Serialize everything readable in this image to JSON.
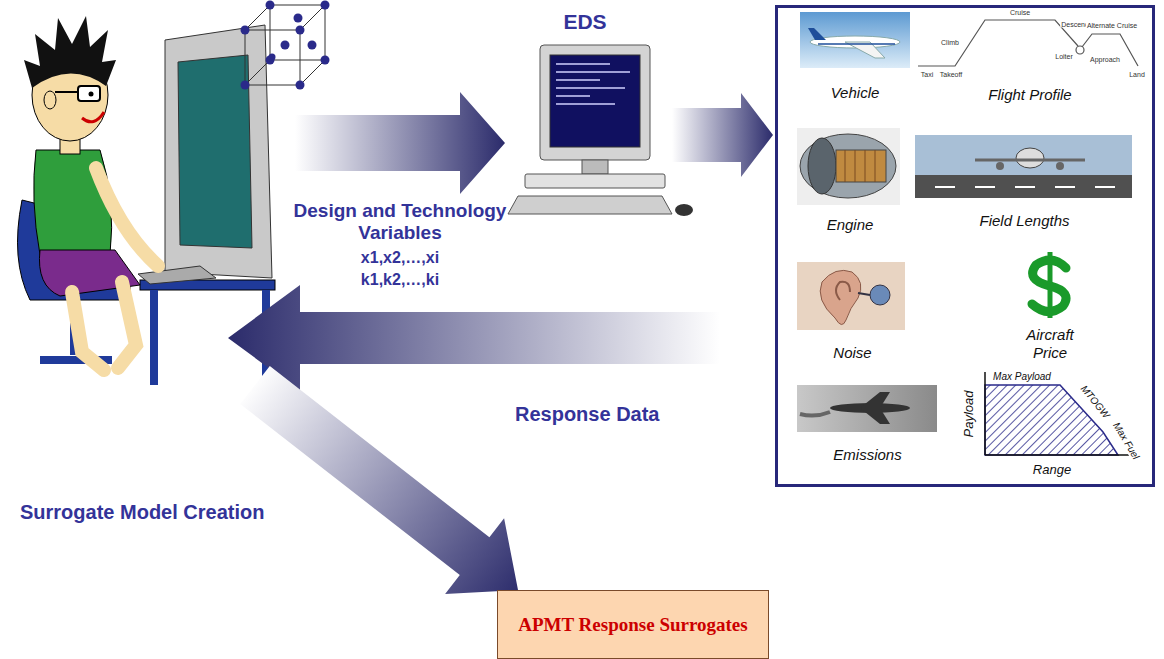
{
  "diagram": {
    "nodes": [
      {
        "text": [
          "EDS"
        ]
      },
      {
        "text": []
      },
      {
        "text": [
          "Vehicle"
        ],
        "in": 1
      },
      {
        "text": [
          "Flight Profile"
        ],
        "in": 1
      },
      {
        "text": [
          "Engine"
        ],
        "in": 1
      },
      {
        "text": [
          "Field Lengths"
        ],
        "in": 1
      },
      {
        "text": [
          "Noise"
        ],
        "in": 1
      },
      {
        "text": [
          "Aircraft Price"
        ],
        "in": 1
      },
      {
        "text": [
          "Emissions"
        ],
        "in": 1
      },
      {
        "text": [
          "Max Payload",
          "MTOGW",
          "Max Fuel",
          "Payload",
          "Range"
        ],
        "in": 1
      },
      {
        "text": [
          "APMT Response Surrogates"
        ]
      }
    ],
    "edges": [
      {
        "from": 0,
        "to": 1,
        "arrow": "to"
      }
    ],
    "labels": [
      "Design and Technology Variables",
      "x1,x2,…,xi",
      "k1,k2,…,ki",
      "Response Data",
      "Surrogate Model Creation",
      "Cruise",
      "Descend",
      "Climb",
      "Alternate Cruise",
      "Loiter",
      "Taxi",
      "Takeoff",
      "Approach",
      "Land"
    ]
  }
}
